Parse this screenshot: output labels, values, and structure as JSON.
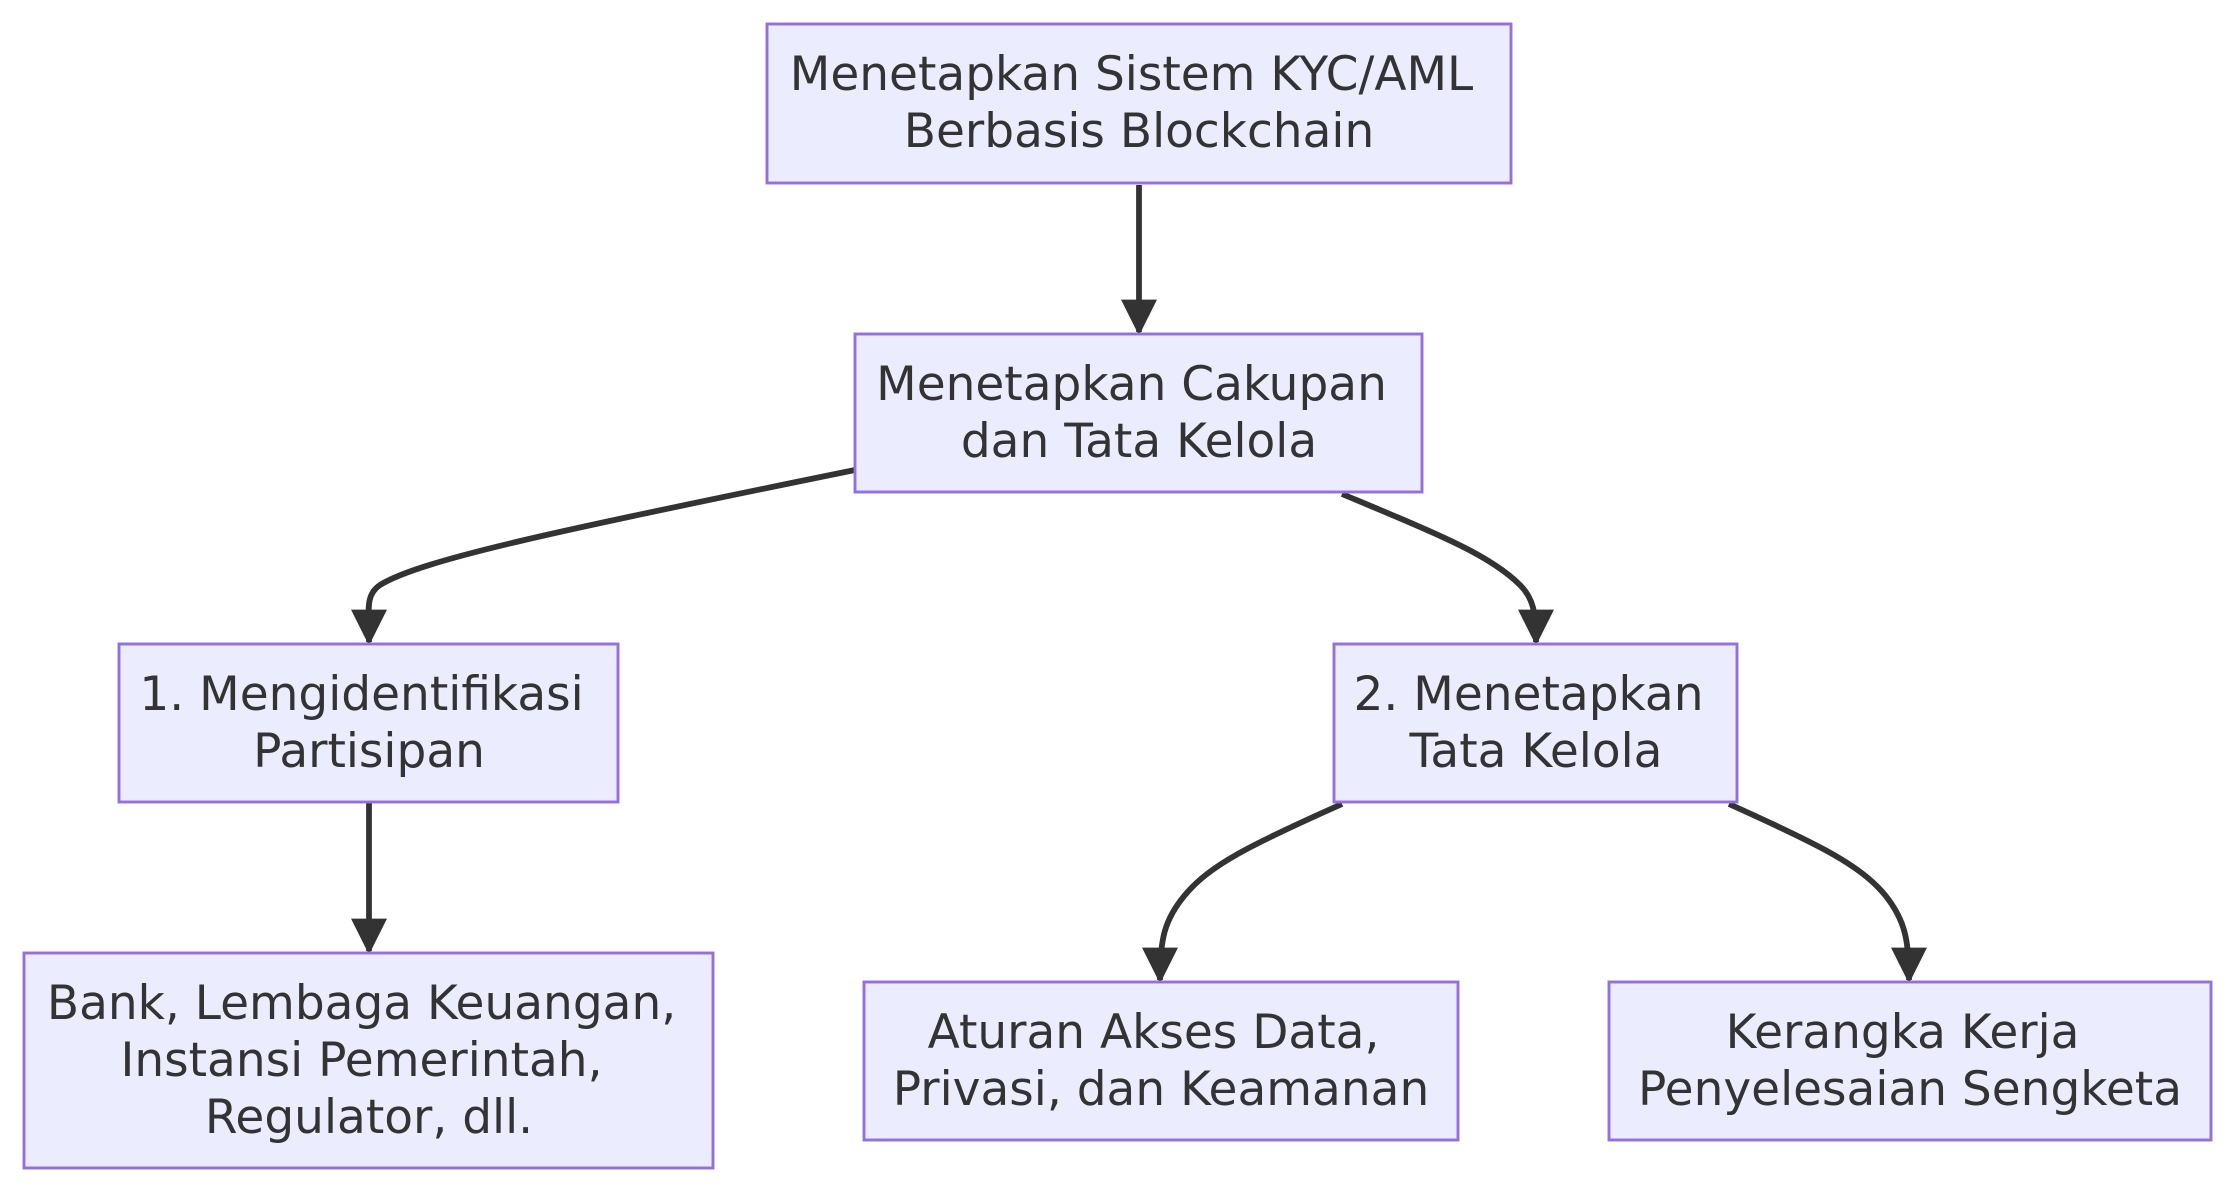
{
  "diagram": {
    "type": "flowchart",
    "direction": "top-down",
    "colors": {
      "node_fill": "#ECECFF",
      "node_stroke": "#9370DB",
      "edge": "#333333",
      "text": "#333333"
    },
    "nodes": {
      "root": {
        "lines": [
          "Menetapkan Sistem KYC/AML",
          "Berbasis Blockchain"
        ]
      },
      "scope": {
        "lines": [
          "Menetapkan Cakupan",
          "dan Tata Kelola"
        ]
      },
      "identify": {
        "lines": [
          "1. Mengidentifikasi",
          "Partisipan"
        ]
      },
      "governance": {
        "lines": [
          "2. Menetapkan",
          "Tata Kelola"
        ]
      },
      "participants": {
        "lines": [
          "Bank, Lembaga Keuangan,",
          "Instansi Pemerintah,",
          "Regulator, dll."
        ]
      },
      "access": {
        "lines": [
          "Aturan Akses Data,",
          "Privasi, dan Keamanan"
        ]
      },
      "dispute": {
        "lines": [
          "Kerangka Kerja",
          "Penyelesaian Sengketa"
        ]
      }
    },
    "edges": [
      {
        "from": "root",
        "to": "scope"
      },
      {
        "from": "scope",
        "to": "identify"
      },
      {
        "from": "scope",
        "to": "governance"
      },
      {
        "from": "identify",
        "to": "participants"
      },
      {
        "from": "governance",
        "to": "access"
      },
      {
        "from": "governance",
        "to": "dispute"
      }
    ]
  }
}
